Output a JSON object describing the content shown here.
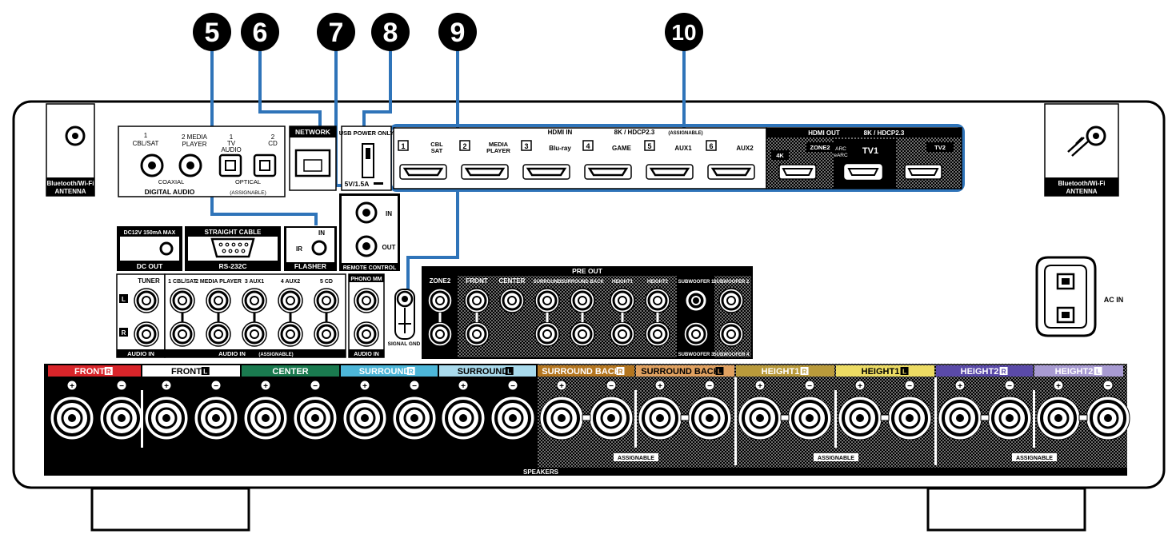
{
  "callouts": [
    "5",
    "6",
    "7",
    "8",
    "9",
    "10"
  ],
  "antenna": {
    "line1": "Bluetooth/Wi-Fi",
    "line2": "ANTENNA"
  },
  "digital_audio": {
    "coax1": "1",
    "coax1b": "CBL/SAT",
    "coax2": "2 MEDIA",
    "coax2b": "PLAYER",
    "opt1": "1",
    "opt1b": "TV",
    "opt1c": "AUDIO",
    "opt2": "2",
    "opt2b": "CD",
    "coaxial": "COAXIAL",
    "optical": "OPTICAL",
    "title": "DIGITAL AUDIO",
    "assignable": "(ASSIGNABLE)"
  },
  "network": "NETWORK",
  "usb": {
    "label": "USB POWER ONLY",
    "power": "5V/1.5A"
  },
  "hdmi_in": {
    "title": "HDMI IN",
    "spec": "8K / HDCP2.3",
    "assignable": "(ASSIGNABLE)",
    "inputs": [
      {
        "num": "1",
        "l1": "CBL",
        "l2": "SAT"
      },
      {
        "num": "2",
        "l1": "MEDIA",
        "l2": "PLAYER"
      },
      {
        "num": "3",
        "l1": "Blu-ray",
        "l2": ""
      },
      {
        "num": "4",
        "l1": "GAME",
        "l2": ""
      },
      {
        "num": "5",
        "l1": "AUX1",
        "l2": ""
      },
      {
        "num": "6",
        "l1": "AUX2",
        "l2": ""
      }
    ]
  },
  "hdmi_out": {
    "title": "HDMI OUT",
    "spec": "8K / HDCP2.3",
    "k4": "4K",
    "zone2": "ZONE2",
    "arc": "ARC",
    "earc": "eARC",
    "tv1": "TV1",
    "tv2": "TV2"
  },
  "dc_out": {
    "spec": "DC12V 150mA MAX",
    "title": "DC OUT"
  },
  "rs232c": {
    "top": "STRAIGHT CABLE",
    "title": "RS-232C"
  },
  "flasher": {
    "in": "IN",
    "ir": "IR",
    "title": "FLASHER"
  },
  "remote": {
    "in": "IN",
    "out": "OUT",
    "title": "REMOTE CONTROL"
  },
  "signal_gnd": "SIGNAL GND",
  "audio_in": {
    "tuner": "TUNER",
    "l": "L",
    "r": "R",
    "title": "AUDIO IN",
    "inputs": [
      "1 CBL/SAT",
      "2 MEDIA PLAYER",
      "3 AUX1",
      "4 AUX2",
      "5 CD"
    ],
    "title2": "AUDIO IN",
    "assignable": "(ASSIGNABLE)",
    "phono": "PHONO MM",
    "title3": "AUDIO IN"
  },
  "pre_out": {
    "title": "PRE OUT",
    "channels": [
      "ZONE2",
      "FRONT",
      "CENTER",
      "SURROUND",
      "SURROUND BACK",
      "HEIGHT1",
      "HEIGHT2",
      "SUBWOOFER 1",
      "SUBWOOFER 2"
    ],
    "sub3": "SUBWOOFER 3",
    "sub4": "SUBWOOFER 4"
  },
  "ac_in": "AC IN",
  "speakers": {
    "title": "SPEAKERS",
    "assignable": "ASSIGNABLE",
    "plus": "+",
    "minus": "−",
    "channels": [
      {
        "name": "FRONT",
        "side": "R",
        "color": "#d9252a"
      },
      {
        "name": "FRONT",
        "side": "L",
        "color": "#ffffff"
      },
      {
        "name": "CENTER",
        "side": "",
        "color": "#1a7a4f"
      },
      {
        "name": "SURROUND",
        "side": "R",
        "color": "#4db6d8"
      },
      {
        "name": "SURROUND",
        "side": "L",
        "color": "#a9daec"
      },
      {
        "name": "SURROUND BACK",
        "side": "R",
        "color": "#b47620"
      },
      {
        "name": "SURROUND BACK",
        "side": "L",
        "color": "#e0a160"
      },
      {
        "name": "HEIGHT1",
        "side": "R",
        "color": "#b99a3b"
      },
      {
        "name": "HEIGHT1",
        "side": "L",
        "color": "#ecdb63"
      },
      {
        "name": "HEIGHT2",
        "side": "R",
        "color": "#5a4aa8"
      },
      {
        "name": "HEIGHT2",
        "side": "L",
        "color": "#a89bd2"
      }
    ]
  },
  "colors": {
    "callout_line": "#2f74b9",
    "panel": "#000000"
  }
}
